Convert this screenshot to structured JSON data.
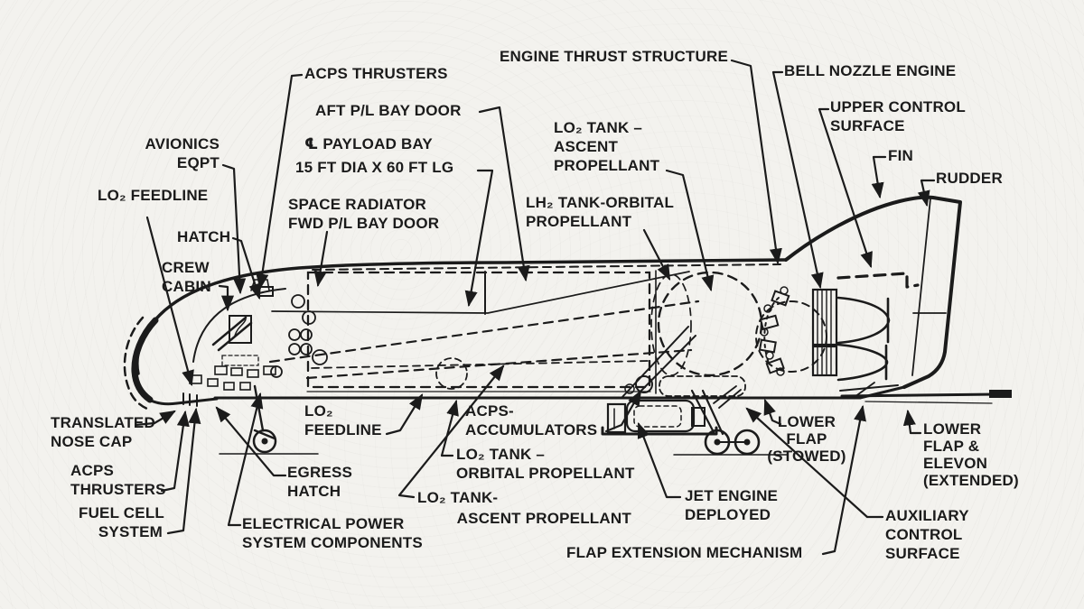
{
  "colors": {
    "ink": "#1b1b1b",
    "paper": "#f3f2ee"
  },
  "labels": {
    "acps_thrusters_top": {
      "text": "ACPS THRUSTERS"
    },
    "aft_pl_bay_door": {
      "text": "AFT P/L BAY DOOR"
    },
    "payload_bay_centerline": {
      "text": "℄ PAYLOAD BAY"
    },
    "payload_bay_dims": {
      "text": "15 FT DIA X 60 FT LG"
    },
    "space_radiator_fwd_door": {
      "text": "SPACE RADIATOR\nFWD P/L BAY DOOR"
    },
    "engine_thrust_structure": {
      "text": "ENGINE THRUST STRUCTURE"
    },
    "lo2_tank_ascent_top": {
      "text": "LO₂ TANK –\nASCENT\nPROPELLANT"
    },
    "lh2_tank_orbital": {
      "text": "LH₂ TANK-ORBITAL\nPROPELLANT"
    },
    "bell_nozzle_engine": {
      "text": "BELL NOZZLE ENGINE"
    },
    "upper_control_surface": {
      "text": "UPPER CONTROL\nSURFACE"
    },
    "fin": {
      "text": "FIN"
    },
    "rudder": {
      "text": "RUDDER"
    },
    "avionics_eqpt": {
      "text": "AVIONICS\nEQPT"
    },
    "lo2_feedline_left": {
      "text": "LO₂ FEEDLINE"
    },
    "hatch": {
      "text": "HATCH"
    },
    "crew_cabin": {
      "text": "CREW\nCABIN"
    },
    "translated_nose_cap": {
      "text": "TRANSLATED\nNOSE CAP"
    },
    "acps_thrusters_bottom": {
      "text": "ACPS\nTHRUSTERS"
    },
    "fuel_cell_system": {
      "text": "FUEL CELL\nSYSTEM"
    },
    "egress_hatch": {
      "text": "EGRESS\nHATCH"
    },
    "electrical_power": {
      "text": "ELECTRICAL POWER\nSYSTEM COMPONENTS"
    },
    "lo2_feedline_bottom": {
      "text": "LO₂\nFEEDLINE"
    },
    "acps_accumulators": {
      "text": "ACPS-\nACCUMULATORS"
    },
    "lo2_tank_orbital": {
      "text": "LO₂ TANK –\nORBITAL PROPELLANT"
    },
    "lo2_tank_ascent_bottom": {
      "text": "LO₂ TANK-\n         ASCENT PROPELLANT"
    },
    "jet_engine_deployed": {
      "text": "JET ENGINE\nDEPLOYED"
    },
    "flap_extension_mechanism": {
      "text": "FLAP EXTENSION MECHANISM"
    },
    "lower_flap_stowed": {
      "text": "LOWER\nFLAP\n(STOWED)"
    },
    "auxiliary_control_surface": {
      "text": "AUXILIARY\nCONTROL\nSURFACE"
    },
    "lower_flap_elevon_extended": {
      "text": "LOWER\nFLAP &\nELEVON\n(EXTENDED)"
    }
  }
}
